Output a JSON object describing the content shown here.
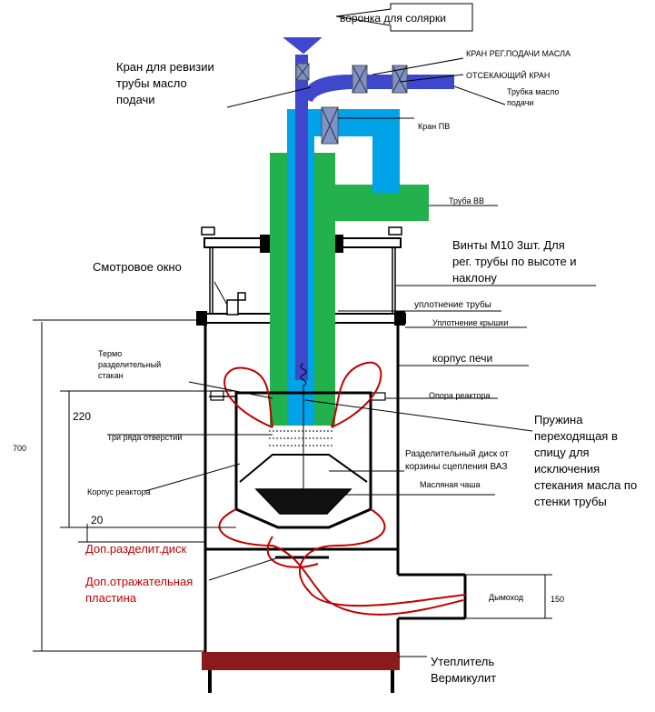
{
  "labels": {
    "funnel": "воронка для солярки",
    "oil_valve": "КРАН РЕГ.ПОДАЧИ МАСЛА",
    "cutoff_valve": "ОТСЕКАЮЩИЙ КРАН",
    "oil_tube_1": "Трубка масло",
    "oil_tube_2": "подачи",
    "revision_1": "Кран для ревизии",
    "revision_2": "трубы масло",
    "revision_3": "подачи",
    "pv_valve": "Кран ПВ",
    "vv_pipe": "Труба ВВ",
    "screws_1": "Винты М10 3шт. Для",
    "screws_2": "рег. трубы по высоте и",
    "screws_3": "наклону",
    "window": "Смотровое окно",
    "pipe_seal": "уплотнение трубы",
    "lid_seal": "Уплотнение крышки",
    "body": "корпус печи",
    "thermo_1": "Термо",
    "thermo_2": "разделительный",
    "thermo_3": "стакан",
    "reactor_support": "Опора реактора",
    "spring_1": "Пружина",
    "spring_2": "переходящая в",
    "spring_3": "спицу для",
    "spring_4": "исключения",
    "spring_5": "стекания масла по",
    "spring_6": "стенки трубы",
    "holes": "Три ряда отверстий",
    "disk_1": "Разделительный диск от",
    "disk_2": "корзины сцепления ВАЗ",
    "oil_bowl": "Масляная чаша",
    "reactor_body": "Корпус реактора",
    "dim_220": "220",
    "dim_700": "700",
    "dim_20": "20",
    "dim_150": "150",
    "extra_disk": "Доп.разделит.диск",
    "reflect_1": "Доп.отражательная",
    "reflect_2": "пластина",
    "chimney": "Дымоход",
    "insul_1": "Утеплитель",
    "insul_2": "Вермикулит"
  },
  "colors": {
    "green_pipe": "#22b14c",
    "light_blue_pipe": "#00a2e8",
    "blue_pipe": "#3f48cc",
    "flame": "#c00000",
    "insulation": "#8b1a1a",
    "outline": "#000000",
    "valve_fill": "#7f93c8"
  }
}
